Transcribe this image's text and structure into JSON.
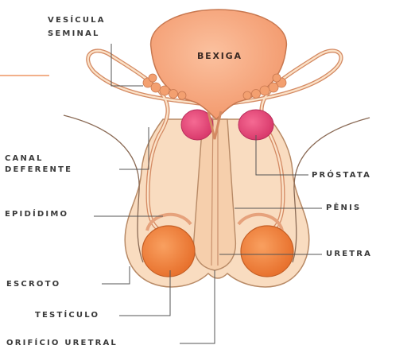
{
  "labels": {
    "vesicula_line1": "VESÍCULA",
    "vesicula_line2": "SEMINAL",
    "bexiga": "BEXIGA",
    "canal_line1": "CANAL",
    "canal_line2": "DEFERENTE",
    "epididimo": "EPIDÍDIMO",
    "prostata": "PRÓSTATA",
    "penis": "PÊNIS",
    "uretra": "URETRA",
    "escroto": "ESCROTO",
    "testiculo": "TESTÍCULO",
    "orificio": "ORIFÍCIO URETRAL"
  },
  "colors": {
    "bladder": "#f6a27a",
    "bladder_outline": "#c87850",
    "skin": "#f8d6b4",
    "skin_outline": "#b88a66",
    "prostate": "#e3497a",
    "testicle": "#ef8040",
    "leader_line": "#555555"
  }
}
